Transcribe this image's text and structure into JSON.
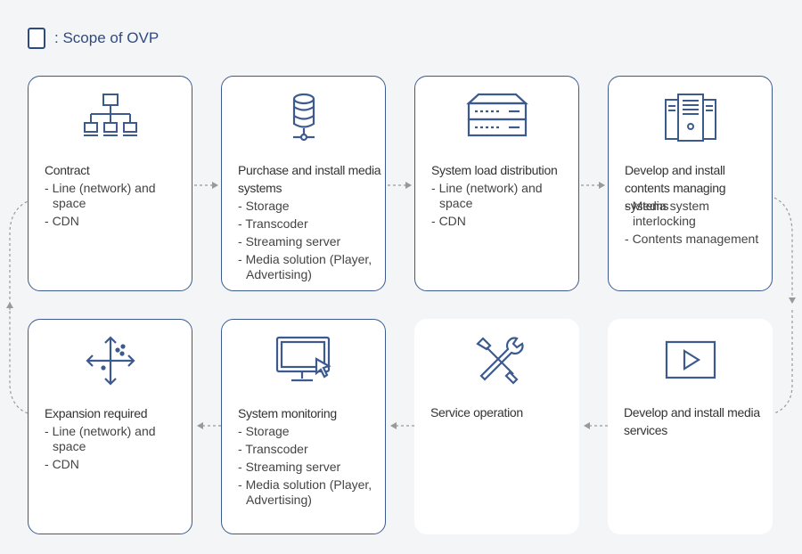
{
  "legend": {
    "label": ": Scope of OVP"
  },
  "steps": [
    {
      "title": "Contract",
      "items": [
        "Line (network) and space",
        "CDN"
      ],
      "icon": "network-hierarchy-icon"
    },
    {
      "title": "Purchase and install media systems",
      "items": [
        "Storage",
        "Transcoder",
        "Streaming server",
        "Media solution (Player, Advertising)"
      ],
      "icon": "database-icon"
    },
    {
      "title": "System load distribution",
      "items": [
        "Line (network) and space",
        "CDN"
      ],
      "icon": "server-rack-icon"
    },
    {
      "title": "Develop and install contents managing systems",
      "items": [
        "Media system interlocking",
        "Contents management"
      ],
      "icon": "server-tower-icon"
    },
    {
      "title": "Expansion required",
      "items": [
        "Line (network) and space",
        "CDN"
      ],
      "icon": "expand-arrows-icon"
    },
    {
      "title": "System monitoring",
      "items": [
        "Storage",
        "Transcoder",
        "Streaming server",
        "Media solution (Player, Advertising)"
      ],
      "icon": "monitor-cursor-icon"
    },
    {
      "title": "Service operation",
      "items": [],
      "icon": "tools-icon"
    },
    {
      "title": "Develop and install media services",
      "items": [],
      "icon": "video-play-icon"
    }
  ],
  "colors": {
    "accent": "#2e4a82",
    "icon": "#3d5a8f",
    "connector": "#999999",
    "background": "#f4f5f7"
  }
}
